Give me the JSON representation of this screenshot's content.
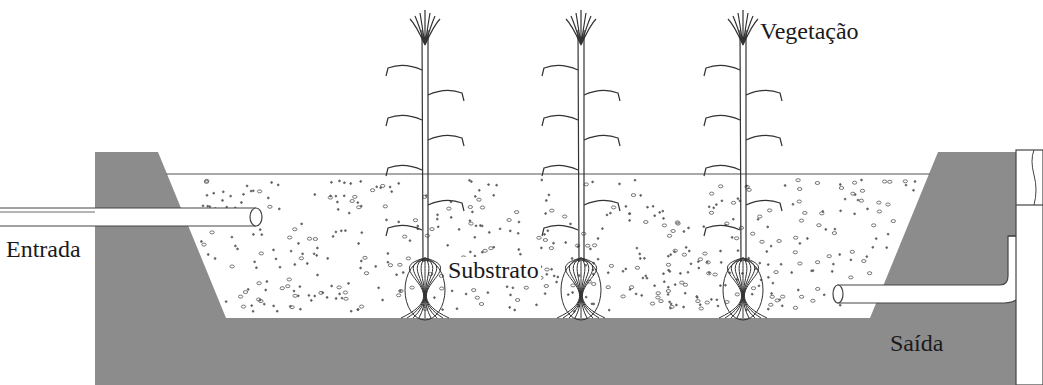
{
  "diagram": {
    "labels": [
      "Vegetação",
      "Entrada",
      "Substrato",
      "Saída"
    ]
  }
}
